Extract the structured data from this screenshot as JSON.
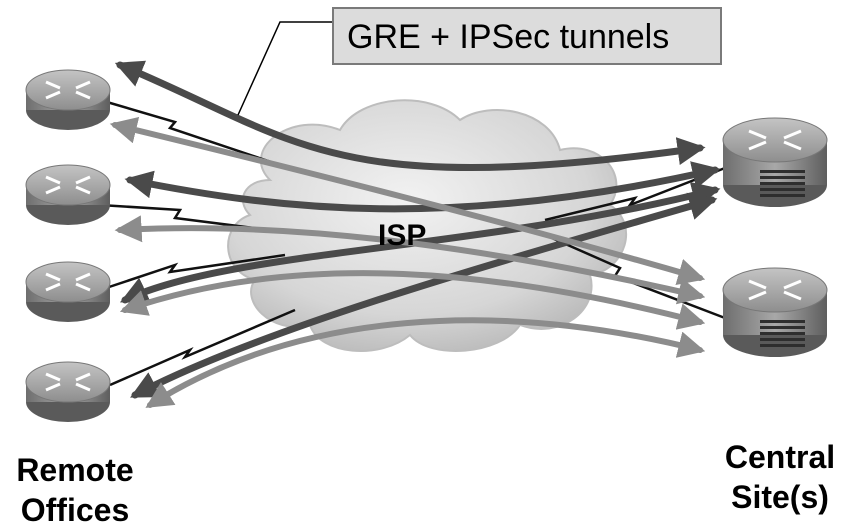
{
  "callout": {
    "label": "GRE + IPSec tunnels"
  },
  "cloud": {
    "label": "ISP"
  },
  "remote_offices": {
    "caption_line1": "Remote",
    "caption_line2": "Offices",
    "routers": [
      "remote-router-1",
      "remote-router-2",
      "remote-router-3",
      "remote-router-4"
    ]
  },
  "central_sites": {
    "caption_line1": "Central",
    "caption_line2": "Site(s)",
    "routers": [
      "central-router-1",
      "central-router-2"
    ]
  },
  "colors": {
    "tunnel_dark": "#4a4a4a",
    "tunnel_light": "#8c8c8c",
    "link_line": "#111111",
    "cloud_fill": "#d9d9d9",
    "router_body": "#9a9a9a",
    "callout_fill": "#dcdcdc"
  }
}
